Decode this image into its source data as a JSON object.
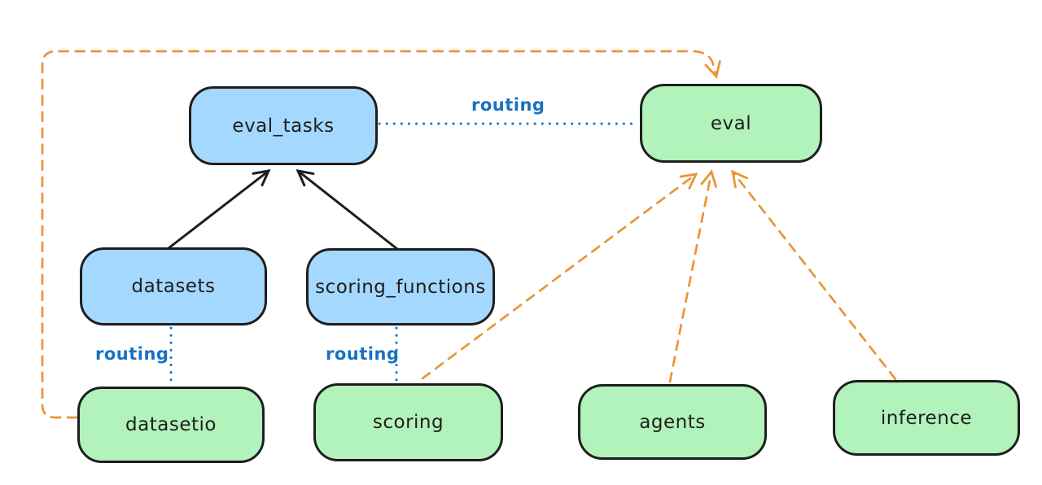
{
  "diagram": {
    "background": "#ffffff",
    "colors": {
      "node_stroke": "#1e1e1e",
      "node_fill_blue": "#a5d8ff",
      "node_fill_green": "#b2f2bb",
      "text": "#1e1e1e",
      "routing_blue": "#1971c2",
      "dashed_orange": "#e8953a",
      "solid_arrow_black": "#1e1e1e"
    },
    "nodes": [
      {
        "id": "eval_tasks",
        "label": "eval_tasks",
        "fill": "#a5d8ff"
      },
      {
        "id": "eval",
        "label": "eval",
        "fill": "#b2f2bb"
      },
      {
        "id": "datasets",
        "label": "datasets",
        "fill": "#a5d8ff"
      },
      {
        "id": "scoring_functions",
        "label": "scoring_functions",
        "fill": "#a5d8ff"
      },
      {
        "id": "datasetio",
        "label": "datasetio",
        "fill": "#b2f2bb"
      },
      {
        "id": "scoring",
        "label": "scoring",
        "fill": "#b2f2bb"
      },
      {
        "id": "agents",
        "label": "agents",
        "fill": "#b2f2bb"
      },
      {
        "id": "inference",
        "label": "inference",
        "fill": "#b2f2bb"
      }
    ],
    "edges": [
      {
        "from": "datasets",
        "to": "eval_tasks",
        "style": "solid",
        "arrow": true,
        "color": "#1e1e1e",
        "label": ""
      },
      {
        "from": "scoring_functions",
        "to": "eval_tasks",
        "style": "solid",
        "arrow": true,
        "color": "#1e1e1e",
        "label": ""
      },
      {
        "from": "eval_tasks",
        "to": "eval",
        "style": "dotted",
        "arrow": false,
        "color": "#1971c2",
        "label": "routing"
      },
      {
        "from": "datasets",
        "to": "datasetio",
        "style": "dotted",
        "arrow": false,
        "color": "#1971c2",
        "label": "routing"
      },
      {
        "from": "scoring_functions",
        "to": "scoring",
        "style": "dotted",
        "arrow": false,
        "color": "#1971c2",
        "label": "routing"
      },
      {
        "from": "datasetio",
        "to": "eval",
        "style": "dashed",
        "arrow": true,
        "color": "#e8953a",
        "label": ""
      },
      {
        "from": "scoring",
        "to": "eval",
        "style": "dashed",
        "arrow": true,
        "color": "#e8953a",
        "label": ""
      },
      {
        "from": "agents",
        "to": "eval",
        "style": "dashed",
        "arrow": true,
        "color": "#e8953a",
        "label": ""
      },
      {
        "from": "inference",
        "to": "eval",
        "style": "dashed",
        "arrow": true,
        "color": "#e8953a",
        "label": ""
      }
    ]
  }
}
